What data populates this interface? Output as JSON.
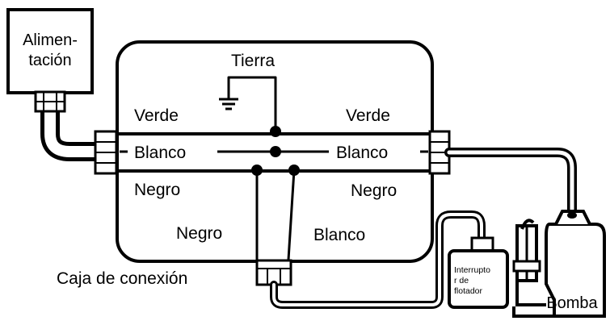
{
  "labels": {
    "power_line1": "Alimen-",
    "power_line2": "tación",
    "ground": "Tierra",
    "left_green": "Verde",
    "right_green": "Verde",
    "left_white": "Blanco",
    "right_white": "Blanco",
    "left_black": "Negro",
    "right_black": "Negro",
    "lower_black": "Negro",
    "lower_white": "Blanco",
    "junction_box": "Caja de conexión",
    "float_line1": "Interrupto",
    "float_line2": "r de",
    "float_line3": "flotador",
    "pump": "Bomba"
  }
}
